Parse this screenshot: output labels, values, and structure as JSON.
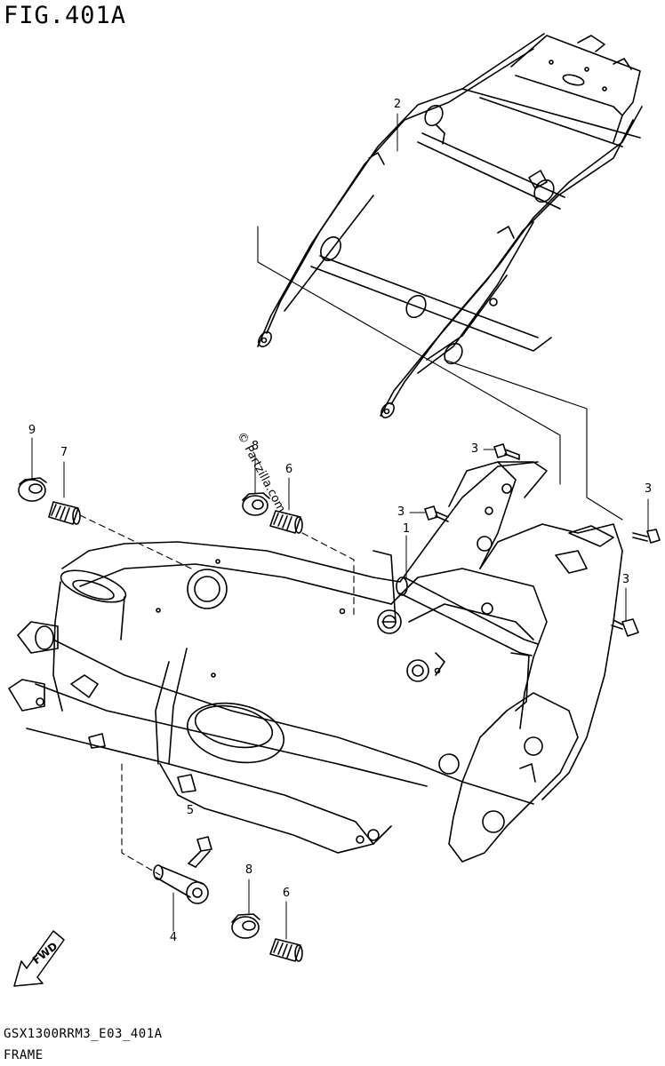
{
  "figure": {
    "title": "FIG.401A",
    "part_code": "GSX1300RRM3_E03_401A",
    "section": "FRAME",
    "watermark": "© Partzilla.com",
    "fwd_label": "FWD"
  },
  "callouts": [
    {
      "id": "c2",
      "label": "2"
    },
    {
      "id": "c9",
      "label": "9"
    },
    {
      "id": "c7",
      "label": "7"
    },
    {
      "id": "c8a",
      "label": "8"
    },
    {
      "id": "c6a",
      "label": "6"
    },
    {
      "id": "c3a",
      "label": "3"
    },
    {
      "id": "c3b",
      "label": "3"
    },
    {
      "id": "c3c",
      "label": "3"
    },
    {
      "id": "c3d",
      "label": "3"
    },
    {
      "id": "c1",
      "label": "1"
    },
    {
      "id": "c5",
      "label": "5"
    },
    {
      "id": "c4",
      "label": "4"
    },
    {
      "id": "c8b",
      "label": "8"
    },
    {
      "id": "c6b",
      "label": "6"
    }
  ]
}
